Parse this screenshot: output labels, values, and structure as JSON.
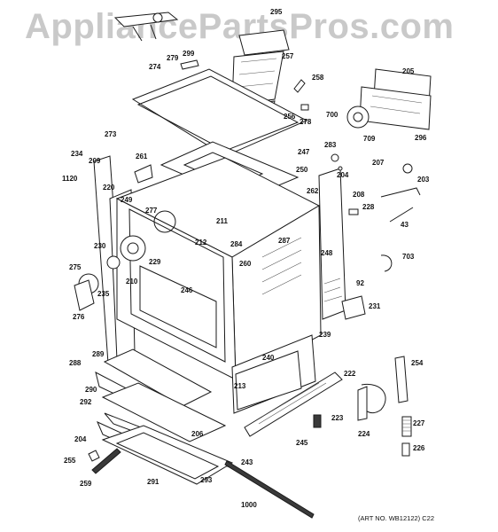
{
  "watermark": "AppliancePartsPros.com",
  "art_note": "(ART NO. WB12122)  C22",
  "parts": [
    "295",
    "274",
    "279",
    "299",
    "257",
    "258",
    "205",
    "273",
    "256",
    "278",
    "700",
    "709",
    "296",
    "234",
    "209",
    "261",
    "283",
    "204",
    "207",
    "203",
    "1120",
    "247",
    "250",
    "262",
    "208",
    "220",
    "249",
    "277",
    "211",
    "228",
    "43",
    "230",
    "212",
    "284",
    "287",
    "703",
    "275",
    "229",
    "260",
    "248",
    "92",
    "210",
    "246",
    "235",
    "231",
    "276",
    "239",
    "288",
    "289",
    "240",
    "222",
    "254",
    "290",
    "292",
    "213",
    "223",
    "204",
    "206",
    "245",
    "224",
    "227",
    "255",
    "243",
    "226",
    "259",
    "291",
    "293",
    "1000"
  ]
}
